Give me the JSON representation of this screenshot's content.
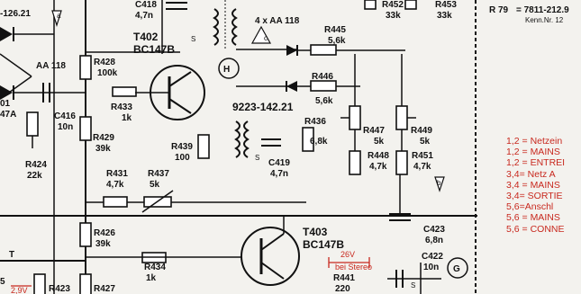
{
  "header": {
    "part_ref": "R 79",
    "part_number": "= 7811-212.9",
    "kenn": "Kenn.Nr. 12"
  },
  "components": {
    "top_left_ref": "-126.21",
    "c418": {
      "name": "C418",
      "value": "4,7n"
    },
    "t402": {
      "name": "T402",
      "type": "BC147B",
      "pin": "S"
    },
    "d_aa118_left": "AA 118",
    "d_aa118_top": "4 x AA 118",
    "r452": {
      "name": "R452",
      "value": "33k"
    },
    "r453": {
      "name": "R453",
      "value": "33k"
    },
    "r445": {
      "name": "R445",
      "value": "5,6k"
    },
    "r428": {
      "name": "R428",
      "value": "100k"
    },
    "r433": {
      "name": "R433",
      "value": "1k"
    },
    "r429": {
      "name": "R429",
      "value": "39k"
    },
    "r439": {
      "name": "R439",
      "value": "100"
    },
    "c416": {
      "name": "C416",
      "value": "10n"
    },
    "r424": {
      "name": "R424",
      "value": "22k"
    },
    "left_ref_a": "01",
    "left_ref_b": "47A",
    "point_h": "H",
    "point_c": "c",
    "point_a": "a",
    "coil": "9223-142.21",
    "r446": {
      "name": "R446",
      "value": "5,6k"
    },
    "r436": {
      "name": "R436",
      "value": "6,8k"
    },
    "r447": {
      "name": "R447",
      "value": "5k"
    },
    "r449": {
      "name": "R449",
      "value": "5k"
    },
    "r448": {
      "name": "R448",
      "value": "4,7k"
    },
    "r451": {
      "name": "R451",
      "value": "4,7k"
    },
    "c419": {
      "name": "C419",
      "value": "4,7n",
      "pin": "S"
    },
    "point_b": "b",
    "r431": {
      "name": "R431",
      "value": "4,7k"
    },
    "r437": {
      "name": "R437",
      "value": "5k"
    },
    "r426": {
      "name": "R426",
      "value": "39k"
    },
    "t403": {
      "name": "T403",
      "type": "BC147B"
    },
    "c423": {
      "name": "C423",
      "value": "6,8n"
    },
    "c422": {
      "name": "C422",
      "value": "10n",
      "pin": "S"
    },
    "stereo_voltage": "26V",
    "stereo_note": "bei Stereo",
    "r441": {
      "name": "R441",
      "value": "220"
    },
    "r434": {
      "name": "R434",
      "value": "1k"
    },
    "r423": "R423",
    "r427": "R427",
    "voltage_small": "2,9V",
    "point_g": "G",
    "bottom_left_t": "T",
    "bottom_left_5": "5"
  },
  "legend": [
    "1,2 = Netzein",
    "1,2 = MAINS",
    "1,2 = ENTREI",
    "3,4= Netz A",
    "3,4 = MAINS",
    "3,4= SORTIE",
    "5,6=Anschl",
    "5,6 = MAINS",
    "5,6 = CONNE"
  ],
  "colors": {
    "ink": "#111111",
    "annotation": "#c8281e",
    "paper": "#f3f2ee"
  }
}
